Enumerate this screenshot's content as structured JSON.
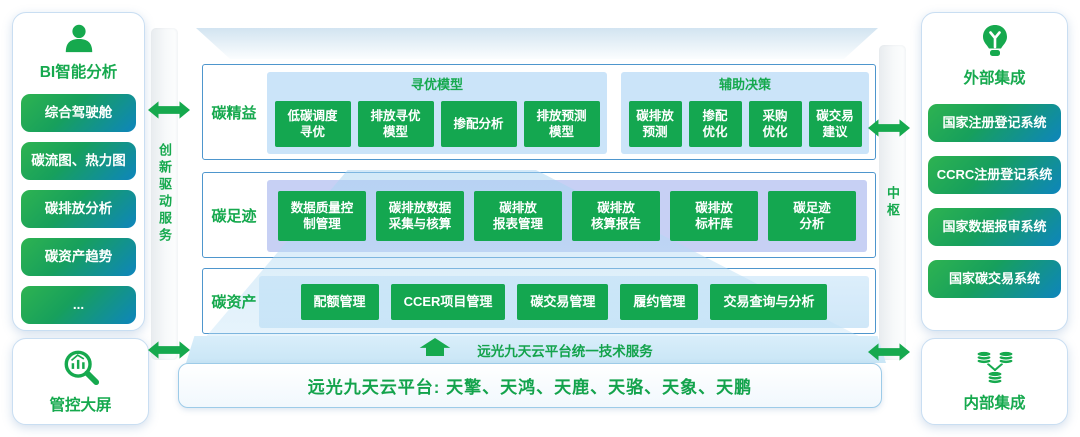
{
  "colors": {
    "accent_green": "#16a94e",
    "module_green": "#14a750",
    "gradient_green": "#2eb351",
    "gradient_blue": "#0e85bd",
    "box_border": "#4e96cd",
    "group_sky_blue": "#cbe4f9",
    "group_periwinkle": "#c7d0f4",
    "band_blue": "#cfe9f7"
  },
  "left": {
    "bi_panel": {
      "title": "BI智能分析",
      "items": [
        "综合驾驶舱",
        "碳流图、热力图",
        "碳排放分析",
        "碳资产趋势",
        "..."
      ]
    },
    "screen_panel": {
      "title": "管控大屏"
    }
  },
  "ribbons": {
    "left": "创新驱动服务",
    "right": "中枢"
  },
  "center": {
    "row_lean": {
      "label": "碳精益",
      "group_optimize": {
        "title": "寻优模型",
        "items": [
          "低碳调度\n寻优",
          "排放寻优\n模型",
          "掺配分析",
          "排放预测\n模型"
        ]
      },
      "group_decision": {
        "title": "辅助决策",
        "items": [
          "碳排放\n预测",
          "掺配\n优化",
          "采购\n优化",
          "碳交易\n建议"
        ]
      }
    },
    "row_footprint": {
      "label": "碳足迹",
      "items": [
        "数据质量控\n制管理",
        "碳排放数据\n采集与核算",
        "碳排放\n报表管理",
        "碳排放\n核算报告",
        "碳排放\n标杆库",
        "碳足迹\n分析"
      ]
    },
    "row_asset": {
      "label": "碳资产",
      "items": [
        "配额管理",
        "CCER项目管理",
        "碳交易管理",
        "履约管理",
        "交易查询与分析"
      ]
    },
    "service_band": {
      "label": "远光九天云平台统一技术服务"
    },
    "platform_bar": {
      "label": "远光九天云平台: 天擎、天鸿、天鹿、天骆、天象、天鹏"
    }
  },
  "right": {
    "external_panel": {
      "title": "外部集成",
      "items": [
        "国家注册登记系统",
        "CCRC注册登记系统",
        "国家数据报审系统",
        "国家碳交易系统"
      ]
    },
    "internal_panel": {
      "title": "内部集成"
    }
  }
}
